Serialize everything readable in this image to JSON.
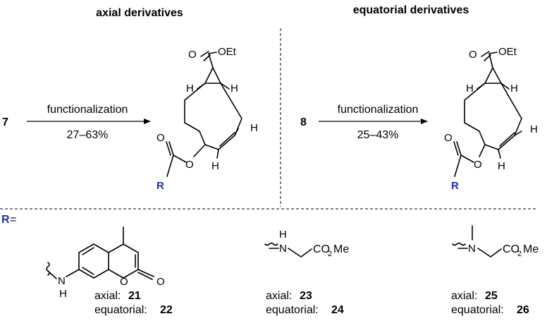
{
  "headers": {
    "left": "axial derivatives",
    "right": "equatorial derivatives"
  },
  "reactions": [
    {
      "start": "7",
      "reagent": "functionalization",
      "yield": "27–63%"
    },
    {
      "start": "8",
      "reagent": "functionalization",
      "yield": "25–43%"
    }
  ],
  "atoms": {
    "O": "O",
    "OEt": "OEt",
    "H": "H",
    "R": "R",
    "N": "N",
    "CO2Me_main": "CO",
    "CO2Me_sub": "2",
    "CO2Me_tail": "Me"
  },
  "r_definition": {
    "label": "R",
    "equals": " ="
  },
  "substituents": [
    {
      "kind_a": "axial: ",
      "num_a": "21",
      "kind_b": "equatorial: ",
      "num_b": "22"
    },
    {
      "kind_a": "axial: ",
      "num_a": "23",
      "kind_b": "equatorial: ",
      "num_b": "24"
    },
    {
      "kind_a": "axial: ",
      "num_a": "25",
      "kind_b": "equatorial: ",
      "num_b": "26"
    }
  ],
  "colors": {
    "r_group": "#1f2fa8",
    "ink": "#000000"
  }
}
